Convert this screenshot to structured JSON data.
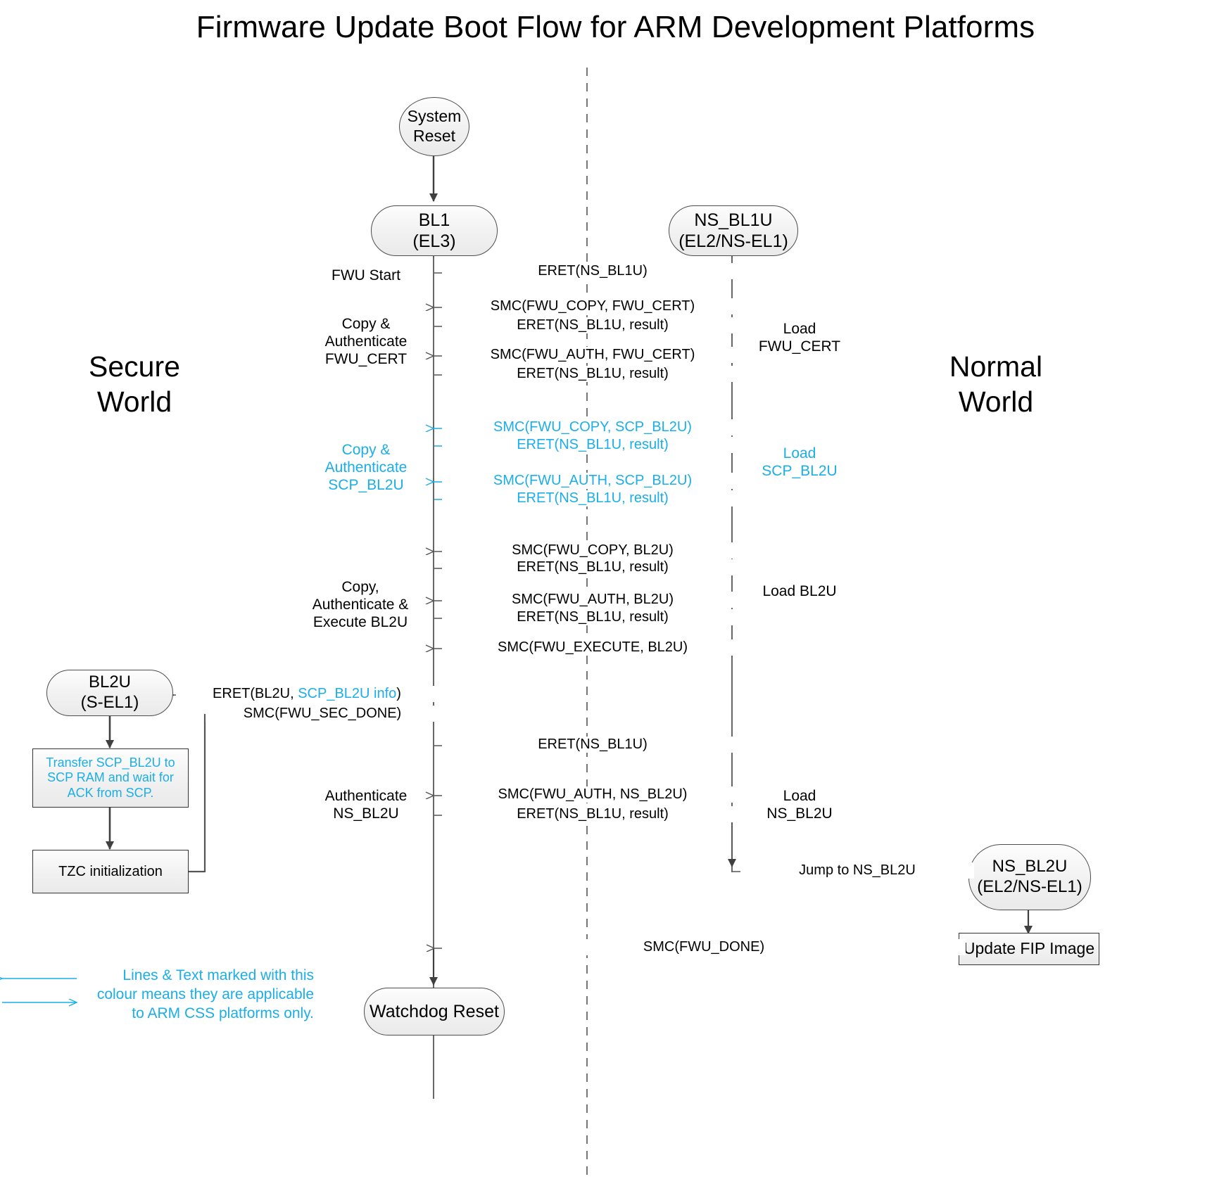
{
  "title": "Firmware Update Boot Flow for ARM Development Platforms",
  "accent_color": "#1BAEE8",
  "line_color": "#555555",
  "worlds": {
    "secure": "Secure\nWorld",
    "normal": "Normal\nWorld"
  },
  "nodes": {
    "system_reset": "System\nReset",
    "bl1": "BL1\n(EL3)",
    "ns_bl1u": "NS_BL1U\n(EL2/NS-EL1)",
    "bl2u": "BL2U\n(S-EL1)",
    "transfer_scp": "Transfer SCP_BL2U to\nSCP RAM and wait for\nACK from SCP.",
    "tzc_init": "TZC initialization",
    "ns_bl2u": "NS_BL2U\n(EL2/NS-EL1)",
    "update_fip": "Update FIP Image",
    "watchdog_reset": "Watchdog Reset"
  },
  "left_labels": [
    {
      "text": "FWU Start",
      "accent": false
    },
    {
      "text": "Copy &\nAuthenticate\nFWU_CERT",
      "accent": false
    },
    {
      "text": "Copy &\nAuthenticate\nSCP_BL2U",
      "accent": true
    },
    {
      "text": "Copy,\nAuthenticate &\nExecute BL2U",
      "accent": false
    },
    {
      "text": "Authenticate\nNS_BL2U",
      "accent": false
    }
  ],
  "right_labels": [
    {
      "text": "Load\nFWU_CERT",
      "accent": false
    },
    {
      "text": "Load\nSCP_BL2U",
      "accent": true
    },
    {
      "text": "Load BL2U",
      "accent": false
    },
    {
      "text": "Load\nNS_BL2U",
      "accent": false
    }
  ],
  "messages": [
    {
      "text": "ERET(NS_BL1U)",
      "dir": "right",
      "accent": false
    },
    {
      "text": "SMC(FWU_COPY, FWU_CERT)",
      "dir": "left",
      "accent": false
    },
    {
      "text": "ERET(NS_BL1U, result)",
      "dir": "right",
      "accent": false
    },
    {
      "text": "SMC(FWU_AUTH, FWU_CERT)",
      "dir": "left",
      "accent": false
    },
    {
      "text": "ERET(NS_BL1U, result)",
      "dir": "right",
      "accent": false
    },
    {
      "text": "SMC(FWU_COPY, SCP_BL2U)",
      "dir": "left",
      "accent": true
    },
    {
      "text": "ERET(NS_BL1U, result)",
      "dir": "right",
      "accent": true
    },
    {
      "text": "SMC(FWU_AUTH, SCP_BL2U)",
      "dir": "left",
      "accent": true
    },
    {
      "text": "ERET(NS_BL1U, result)",
      "dir": "right",
      "accent": true
    },
    {
      "text": "SMC(FWU_COPY, BL2U)",
      "dir": "left",
      "accent": false
    },
    {
      "text": "ERET(NS_BL1U, result)",
      "dir": "right",
      "accent": false
    },
    {
      "text": "SMC(FWU_AUTH, BL2U)",
      "dir": "left",
      "accent": false
    },
    {
      "text": "ERET(NS_BL1U, result)",
      "dir": "right",
      "accent": false
    },
    {
      "text": "SMC(FWU_EXECUTE, BL2U)",
      "dir": "left",
      "accent": false
    },
    {
      "text": "ERET(BL2U, SCP_BL2U info)",
      "dir": "left",
      "accent": false,
      "accent_part": "SCP_BL2U info"
    },
    {
      "text": "SMC(FWU_SEC_DONE)",
      "dir": "right",
      "accent": false
    },
    {
      "text": "ERET(NS_BL1U)",
      "dir": "right",
      "accent": false
    },
    {
      "text": "SMC(FWU_AUTH, NS_BL2U)",
      "dir": "left",
      "accent": false
    },
    {
      "text": "ERET(NS_BL1U, result)",
      "dir": "right",
      "accent": false
    },
    {
      "text": "Jump to NS_BL2U",
      "dir": "right",
      "accent": false
    },
    {
      "text": "SMC(FWU_DONE)",
      "dir": "left",
      "accent": false
    }
  ],
  "legend": {
    "text": "Lines & Text marked with this\ncolour means they are applicable\nto ARM CSS platforms only."
  }
}
